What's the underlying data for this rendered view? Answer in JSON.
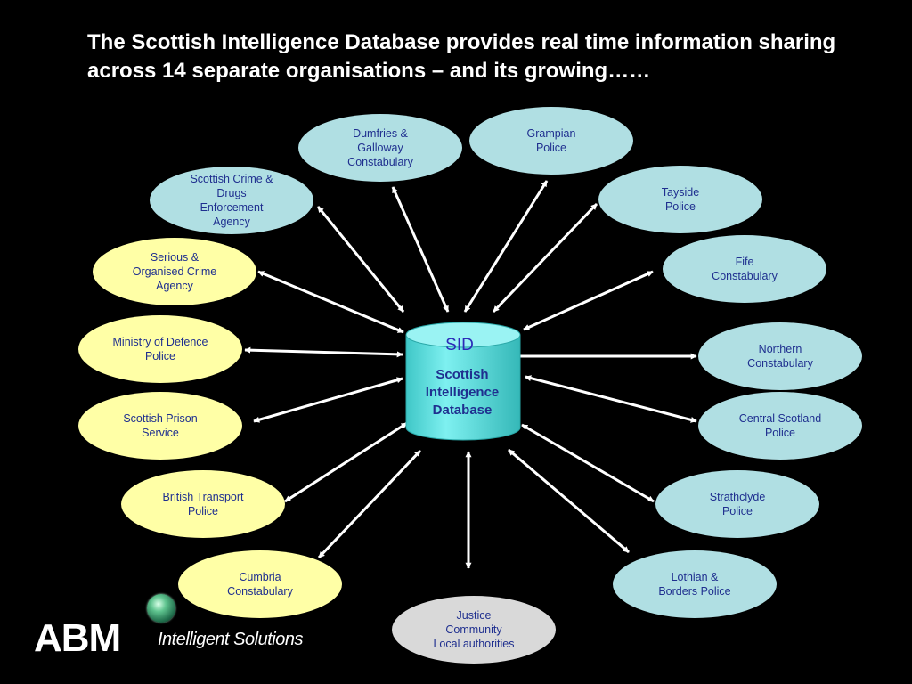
{
  "title": "The Scottish Intelligence Database provides real time information sharing across 14 separate organisations – and its growing……",
  "hub": {
    "acronym": "SID",
    "lines": [
      "Scottish",
      "Intelligence",
      "Database"
    ]
  },
  "nodes": [
    {
      "id": "scdea",
      "lines": [
        "Scottish Crime &",
        "Drugs",
        "Enforcement",
        "Agency"
      ],
      "fill": "#b0dfe3"
    },
    {
      "id": "dumfries-galloway",
      "lines": [
        "Dumfries &",
        "Galloway",
        "Constabulary"
      ],
      "fill": "#b0dfe3"
    },
    {
      "id": "grampian",
      "lines": [
        "Grampian",
        "Police"
      ],
      "fill": "#b0dfe3"
    },
    {
      "id": "tayside",
      "lines": [
        "Tayside",
        "Police"
      ],
      "fill": "#b0dfe3"
    },
    {
      "id": "fife",
      "lines": [
        "Fife",
        "Constabulary"
      ],
      "fill": "#b0dfe3"
    },
    {
      "id": "northern",
      "lines": [
        "Northern",
        "Constabulary"
      ],
      "fill": "#b0dfe3"
    },
    {
      "id": "central-scotland",
      "lines": [
        "Central Scotland",
        "Police"
      ],
      "fill": "#b0dfe3"
    },
    {
      "id": "strathclyde",
      "lines": [
        "Strathclyde",
        "Police"
      ],
      "fill": "#b0dfe3"
    },
    {
      "id": "lothian-borders",
      "lines": [
        "Lothian &",
        "Borders Police"
      ],
      "fill": "#b0dfe3"
    },
    {
      "id": "serious-organised-crime",
      "lines": [
        "Serious &",
        "Organised Crime",
        "Agency"
      ],
      "fill": "#ffffa6"
    },
    {
      "id": "ministry-of-defence",
      "lines": [
        "Ministry of Defence",
        "Police"
      ],
      "fill": "#ffffa6"
    },
    {
      "id": "scottish-prison",
      "lines": [
        "Scottish Prison",
        "Service"
      ],
      "fill": "#ffffa6"
    },
    {
      "id": "british-transport",
      "lines": [
        "British Transport",
        "Police"
      ],
      "fill": "#ffffa6"
    },
    {
      "id": "cumbria",
      "lines": [
        "Cumbria",
        "Constabulary"
      ],
      "fill": "#ffffa6"
    },
    {
      "id": "justice-community",
      "lines": [
        "Justice",
        "Community",
        "Local authorities"
      ],
      "fill": "#d9d9d9"
    }
  ],
  "colors": {
    "text_blue": "#1f2f8f",
    "hub_fill": "#66e0e0",
    "hub_acronym": "#2b2bb8",
    "arrow": "#ffffff"
  },
  "branding": {
    "logo": "ABM",
    "tagline": "Intelligent Solutions",
    "logo_icon": "globe-icon"
  }
}
